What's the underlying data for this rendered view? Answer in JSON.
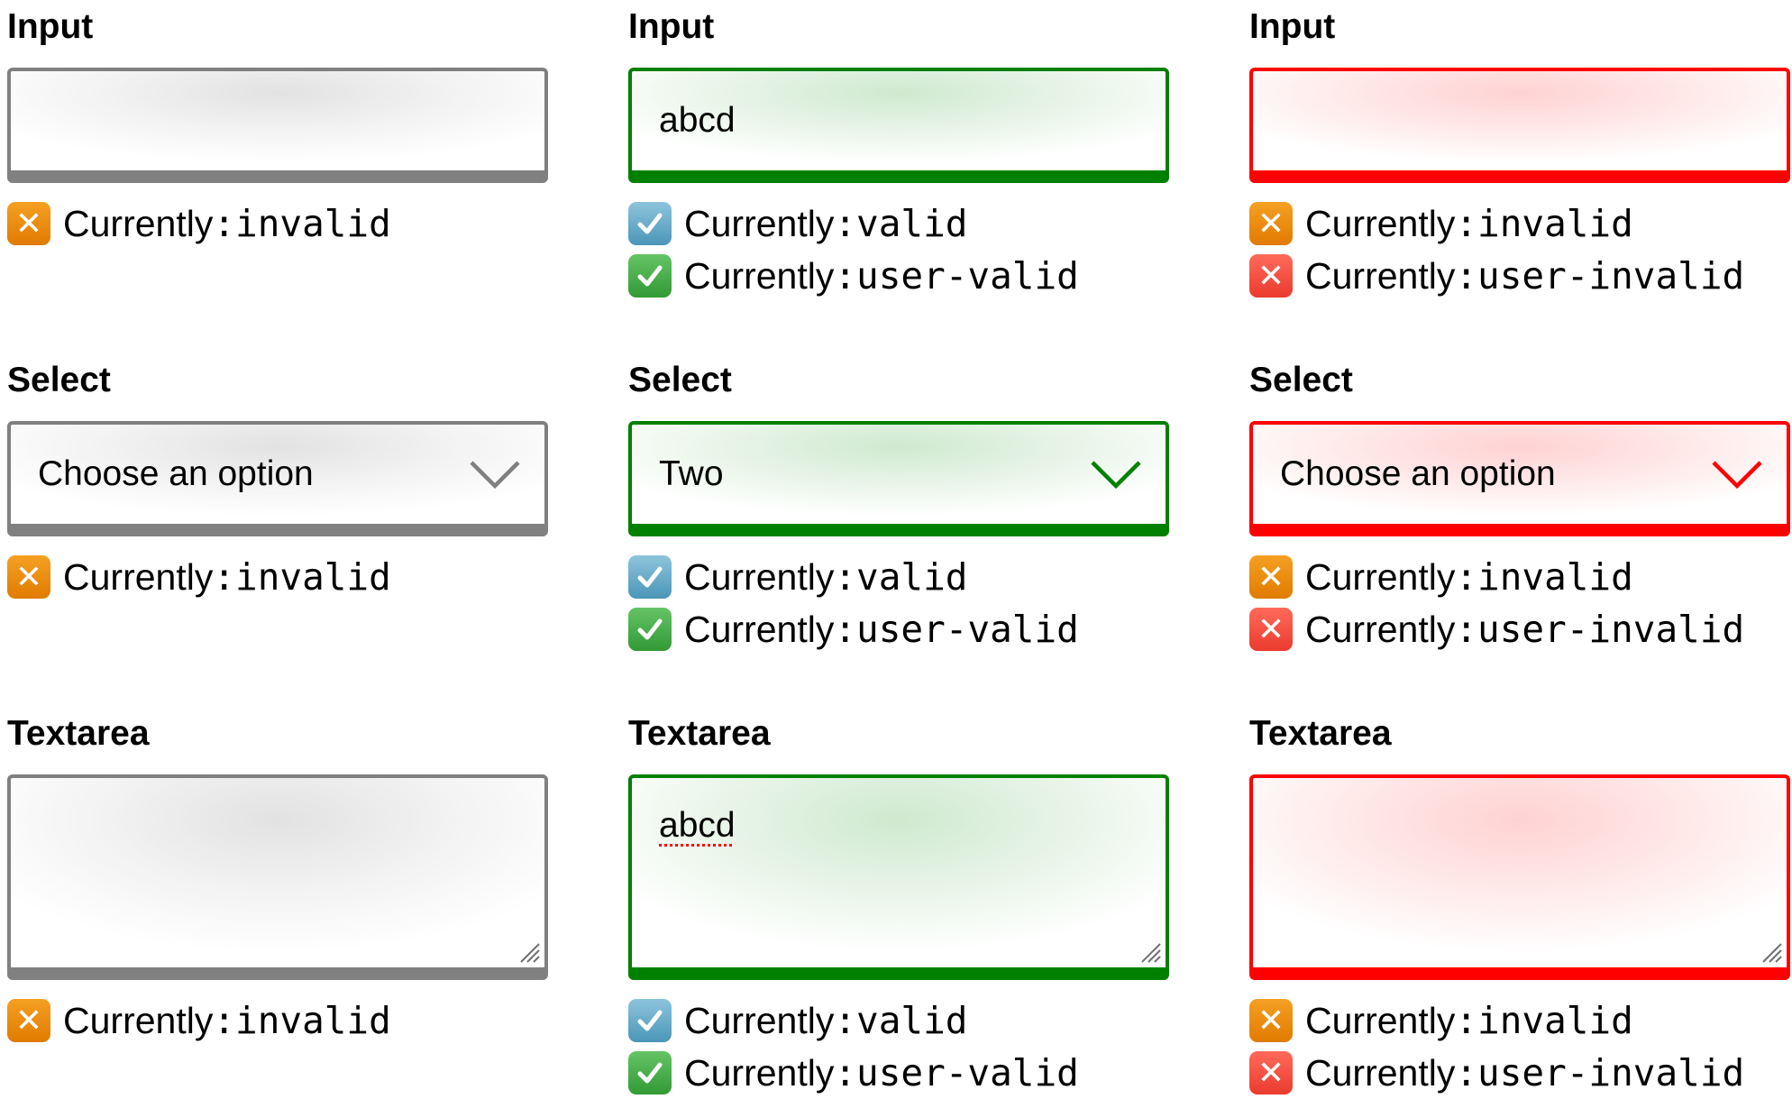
{
  "status_prefix": "Currently ",
  "states": {
    "invalid": ":invalid",
    "valid": ":valid",
    "user_valid": ":user-valid",
    "user_invalid": ":user-invalid"
  },
  "columns": [
    {
      "state": "untouched",
      "input": {
        "label": "Input",
        "value": ""
      },
      "select": {
        "label": "Select",
        "value": "Choose an option"
      },
      "textarea": {
        "label": "Textarea",
        "value": ""
      }
    },
    {
      "state": "valid",
      "input": {
        "label": "Input",
        "value": "abcd"
      },
      "select": {
        "label": "Select",
        "value": "Two"
      },
      "textarea": {
        "label": "Textarea",
        "value": "abcd"
      }
    },
    {
      "state": "invalid",
      "input": {
        "label": "Input",
        "value": ""
      },
      "select": {
        "label": "Select",
        "value": "Choose an option"
      },
      "textarea": {
        "label": "Textarea",
        "value": ""
      }
    }
  ],
  "colors": {
    "neutral_border": "#808080",
    "valid_border": "#008000",
    "invalid_border": "#ff0000",
    "spellcheck_underline": "#ff0000"
  },
  "icons": {
    "invalid": "orange-cross-mark-icon",
    "valid": "blue-check-mark-icon",
    "user_valid": "green-check-mark-icon",
    "user_invalid": "red-cross-mark-icon"
  }
}
